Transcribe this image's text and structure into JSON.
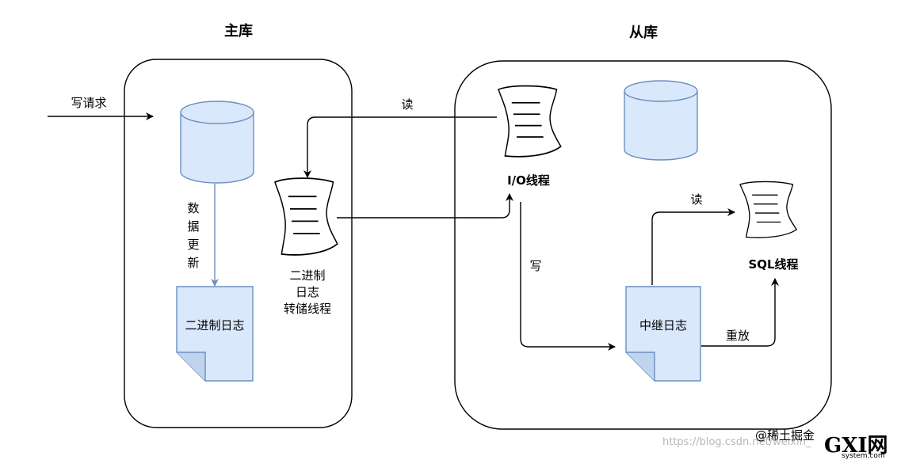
{
  "master": {
    "title": "主库"
  },
  "slave": {
    "title": "从库"
  },
  "write_request": {
    "label": "写请求"
  },
  "data_update": {
    "label_lines": [
      "数",
      "据",
      "更",
      "新"
    ]
  },
  "master_binlog": {
    "label": "二进制日志"
  },
  "binlog_dump_thread": {
    "label_lines": [
      "二进制",
      "日志",
      "转储线程"
    ]
  },
  "read_edge": {
    "label": "读"
  },
  "io_thread": {
    "label": "I/O线程"
  },
  "write_edge": {
    "label": "写"
  },
  "relay_log": {
    "label": "中继日志"
  },
  "sql_read_edge": {
    "label": "读"
  },
  "sql_thread": {
    "label": "SQL线程"
  },
  "replay_edge": {
    "label": "重放"
  },
  "watermark": {
    "url": "https://blog.csdn.net/weixin_",
    "juejin": "@稀土掘金",
    "gxi_logo": "GXI网",
    "gxi_site": "system.com"
  },
  "colors": {
    "db_fill": "#dae8fc",
    "db_stroke": "#6c8ebf",
    "arrow_blue": "#6c8ebf",
    "stroke": "#000000",
    "logo_green": "#2f8f46",
    "logo_blue": "#1e5aa8"
  }
}
